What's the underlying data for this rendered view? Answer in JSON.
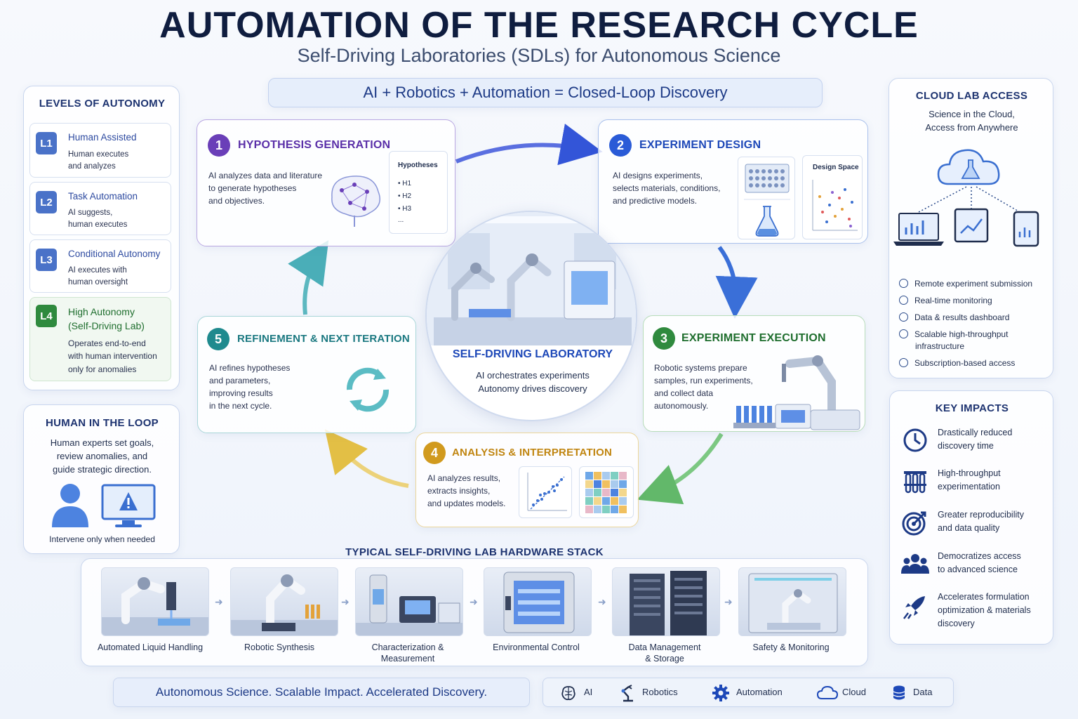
{
  "header": {
    "title": "AUTOMATION OF THE RESEARCH CYCLE",
    "subtitle": "Self-Driving Laboratories (SDLs) for Autonomous Science",
    "banner": "AI + Robotics + Automation = Closed-Loop Discovery"
  },
  "levels": {
    "title": "LEVELS OF AUTONOMY",
    "items": [
      {
        "badge": "L1",
        "name": "Human Assisted",
        "desc_1": "Human executes",
        "desc_2": "and analyzes",
        "color": "#4a72c8"
      },
      {
        "badge": "L2",
        "name": "Task Automation",
        "desc_1": "AI suggests,",
        "desc_2": "human executes",
        "color": "#4a72c8"
      },
      {
        "badge": "L3",
        "name": "Conditional Autonomy",
        "desc_1": "AI executes with",
        "desc_2": "human oversight",
        "color": "#4a72c8"
      },
      {
        "badge": "L4",
        "name_1": "High Autonomy",
        "name_2": "(Self-Driving Lab)",
        "desc_1": "Operates end-to-end",
        "desc_2": "with human intervention",
        "desc_3": "only for anomalies",
        "color": "#2f8a3e"
      }
    ]
  },
  "human_loop": {
    "title": "HUMAN IN THE LOOP",
    "line_1": "Human experts set goals,",
    "line_2": "review anomalies, and",
    "line_3": "guide strategic direction.",
    "caption": "Intervene only when needed"
  },
  "steps": {
    "s1": {
      "num": "1",
      "title": "HYPOTHESIS GENERATION",
      "line_1": "AI analyzes data and literature",
      "line_2": "to generate hypotheses",
      "line_3": "and objectives.",
      "card_title": "Hypotheses",
      "h1": "H1",
      "h2": "H2",
      "h3": "H3",
      "more": "...",
      "color": "#6a3fb8"
    },
    "s2": {
      "num": "2",
      "title": "EXPERIMENT DESIGN",
      "line_1": "AI designs experiments,",
      "line_2": "selects materials, conditions,",
      "line_3": "and predictive models.",
      "card_title": "Design Space",
      "color": "#2a5bd7"
    },
    "s3": {
      "num": "3",
      "title": "EXPERIMENT EXECUTION",
      "line_1": "Robotic systems prepare",
      "line_2": "samples, run experiments,",
      "line_3": "and collect data",
      "line_4": "autonomously.",
      "color": "#2f8a3e"
    },
    "s4": {
      "num": "4",
      "title": "ANALYSIS & INTERPRETATION",
      "line_1": "AI analyzes results,",
      "line_2": "extracts insights,",
      "line_3": "and updates models.",
      "color": "#c98b12"
    },
    "s5": {
      "num": "5",
      "title": "REFINEMENT & NEXT ITERATION",
      "line_1": "AI refines hypotheses",
      "line_2": "and parameters,",
      "line_3": "improving results",
      "line_4": "in the next cycle.",
      "color": "#1f8a8e"
    }
  },
  "center": {
    "title": "SELF-DRIVING LABORATORY",
    "line_1": "AI orchestrates experiments",
    "line_2": "Autonomy drives discovery"
  },
  "cloud": {
    "title": "CLOUD LAB ACCESS",
    "line_1": "Science in the Cloud,",
    "line_2": "Access from Anywhere",
    "features": [
      {
        "l1": "Remote experiment submission"
      },
      {
        "l1": "Real-time monitoring"
      },
      {
        "l1": "Data & results dashboard"
      },
      {
        "l1": "Scalable high-throughput",
        "l2": "infrastructure"
      },
      {
        "l1": "Subscription-based access"
      }
    ]
  },
  "impacts": {
    "title": "KEY IMPACTS",
    "items": [
      {
        "l1": "Drastically reduced",
        "l2": "discovery time",
        "icon": "clock-icon"
      },
      {
        "l1": "High-throughput",
        "l2": "experimentation",
        "icon": "test-tubes-icon"
      },
      {
        "l1": "Greater reproducibility",
        "l2": "and data quality",
        "icon": "target-icon"
      },
      {
        "l1": "Democratizes access",
        "l2": "to advanced science",
        "icon": "people-icon"
      },
      {
        "l1": "Accelerates formulation",
        "l2": "optimization & materials",
        "l3": "discovery",
        "icon": "rocket-icon"
      }
    ]
  },
  "hardware": {
    "title": "TYPICAL SELF-DRIVING LAB HARDWARE STACK",
    "items": [
      {
        "l1": "Automated Liquid Handling"
      },
      {
        "l1": "Robotic Synthesis"
      },
      {
        "l1": "Characterization &",
        "l2": "Measurement"
      },
      {
        "l1": "Environmental Control"
      },
      {
        "l1": "Data Management",
        "l2": "& Storage"
      },
      {
        "l1": "Safety & Monitoring"
      }
    ]
  },
  "footer": {
    "tagline": "Autonomous Science. Scalable Impact.  Accelerated Discovery.",
    "tech": {
      "ai": "AI",
      "robotics": "Robotics",
      "automation": "Automation",
      "cloud": "Cloud",
      "data": "Data"
    }
  },
  "colors": {
    "navy": "#1d3370",
    "accent": "#2a5bd7"
  }
}
